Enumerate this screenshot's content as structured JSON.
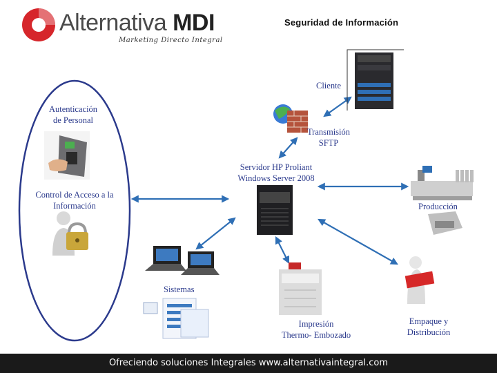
{
  "header": {
    "title": "Seguridad de Información",
    "logo_brand": "Alternativa",
    "logo_mdi": "MDI",
    "logo_tagline": "Marketing Directo Integral"
  },
  "nodes": {
    "cliente": "Cliente",
    "autenticacion_l1": "Autenticación",
    "autenticacion_l2": "de Personal",
    "transmision_l1": "Transmisión",
    "transmision_l2": "SFTP",
    "servidor_l1": "Servidor HP Proliant",
    "servidor_l2": "Windows Server 2008",
    "control_l1": "Control de Acceso a la",
    "control_l2": "Información",
    "produccion": "Producción",
    "sistemas": "Sistemas",
    "impresion_l1": "Impresión",
    "impresion_l2": "Thermo- Embozado",
    "empaque_l1": "Empaque y",
    "empaque_l2": "Distribución"
  },
  "footer": {
    "text": "Ofreciendo soluciones Integrales   www.alternativaintegral.com"
  },
  "colors": {
    "arrow": "#2f6fb5",
    "logo_red": "#d6262b",
    "label_text": "#2b3a8c",
    "oval": "#2b3a8c"
  }
}
